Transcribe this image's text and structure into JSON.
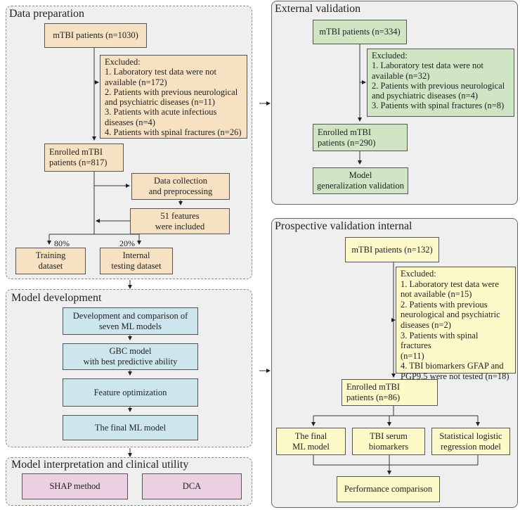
{
  "data_prep": {
    "title": "Data preparation",
    "patients": "mTBI patients (n=1030)",
    "excluded": [
      "Excluded:",
      "1. Laboratory test data were not",
      "available (n=172)",
      "2. Patients with previous neurological",
      "and psychiatric diseases (n=11)",
      "3. Patients with acute infectious",
      "diseases (n=4)",
      "4. Patients with spinal fractures (n=26)"
    ],
    "enrolled": [
      "Enrolled mTBI",
      "patients (n=817)"
    ],
    "collection": [
      "Data collection",
      "and preprocessing"
    ],
    "features": [
      "51 features",
      "were included"
    ],
    "pct_train": "80%",
    "pct_test": "20%",
    "training": [
      "Training",
      "dataset"
    ],
    "testing": [
      "Internal",
      "testing dataset"
    ]
  },
  "model_dev": {
    "title": "Model development",
    "step1": [
      "Development and comparison of",
      "seven ML models"
    ],
    "step2": [
      "GBC model",
      "with best predictive ability"
    ],
    "step3": "Feature optimization",
    "step4": "The final ML model"
  },
  "interp": {
    "title": "Model interpretation and clinical utility",
    "shap": "SHAP method",
    "dca": "DCA"
  },
  "external": {
    "title": "External validation",
    "patients": "mTBI patients (n=334)",
    "excluded": [
      "Excluded:",
      "1. Laboratory test data were not",
      "available (n=32)",
      "2. Patients with previous neurological",
      "and psychiatric diseases (n=4)",
      "3. Patients with spinal fractures (n=8)"
    ],
    "enrolled": [
      "Enrolled mTBI",
      "patients (n=290)"
    ],
    "generalization": [
      "Model",
      "generalization validation"
    ]
  },
  "prospective": {
    "title": "Prospective validation internal",
    "patients": "mTBI patients (n=132)",
    "excluded": [
      "Excluded:",
      "1. Laboratory test data were",
      "not available (n=15)",
      "2. Patients with previous",
      "neurological and psychiatric",
      "diseases (n=2)",
      "3. Patients with spinal fractures",
      "(n=11)",
      "4. TBI biomarkers GFAP and",
      "PGP9.5 were not tested (n=18)"
    ],
    "enrolled": [
      "Enrolled mTBI",
      "patients (n=86)"
    ],
    "final_model": [
      "The final",
      "ML model"
    ],
    "serum": [
      "TBI serum",
      "biomarkers"
    ],
    "logistic": [
      "Statistical logistic",
      "regression model"
    ],
    "comparison": "Performance comparison"
  },
  "colors": {
    "panel_bg": "#efefef",
    "tan": "#f6e1c3",
    "green": "#cfe5c4",
    "yellow": "#fdf9c9",
    "blue": "#cde6ed",
    "pink": "#ebd0e2"
  }
}
